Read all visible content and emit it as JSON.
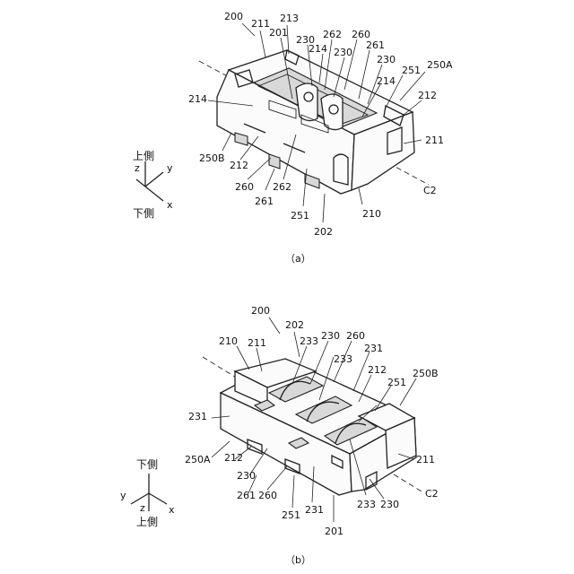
{
  "figure_a": {
    "caption": "（a）",
    "labels": {
      "l200": "200",
      "l211a": "211",
      "l213": "213",
      "l201": "201",
      "l230a": "230",
      "l262a": "262",
      "l260a": "260",
      "l214a": "214",
      "l230b": "230",
      "l261a": "261",
      "l230c": "230",
      "l251a": "251",
      "l250A": "250A",
      "l214b": "214",
      "l212a": "212",
      "l214c": "214",
      "l211b": "211",
      "l250B": "250B",
      "l212b": "212",
      "l260b": "260",
      "l262b": "262",
      "l261b": "261",
      "lC2": "C2",
      "l251b": "251",
      "l210": "210",
      "l202": "202"
    },
    "axes": {
      "up": "上側",
      "down": "下側",
      "x": "x",
      "y": "y",
      "z": "z"
    }
  },
  "figure_b": {
    "caption": "（b）",
    "labels": {
      "l200": "200",
      "l202": "202",
      "l210": "210",
      "l211a": "211",
      "l233a": "233",
      "l230a": "230",
      "l260": "260",
      "l231a": "231",
      "l233b": "233",
      "l212a": "212",
      "l250B": "250B",
      "l251a": "251",
      "l231b": "231",
      "l250A": "250A",
      "l212b": "212",
      "l211b": "211",
      "l230b": "230",
      "l261": "261",
      "l260b": "260",
      "l251b": "251",
      "l231c": "231",
      "l233c": "233",
      "l230c": "230",
      "lC2": "C2",
      "l201": "201"
    },
    "axes": {
      "down": "下側",
      "up": "上側",
      "x": "x",
      "y": "y",
      "z": "z"
    }
  }
}
